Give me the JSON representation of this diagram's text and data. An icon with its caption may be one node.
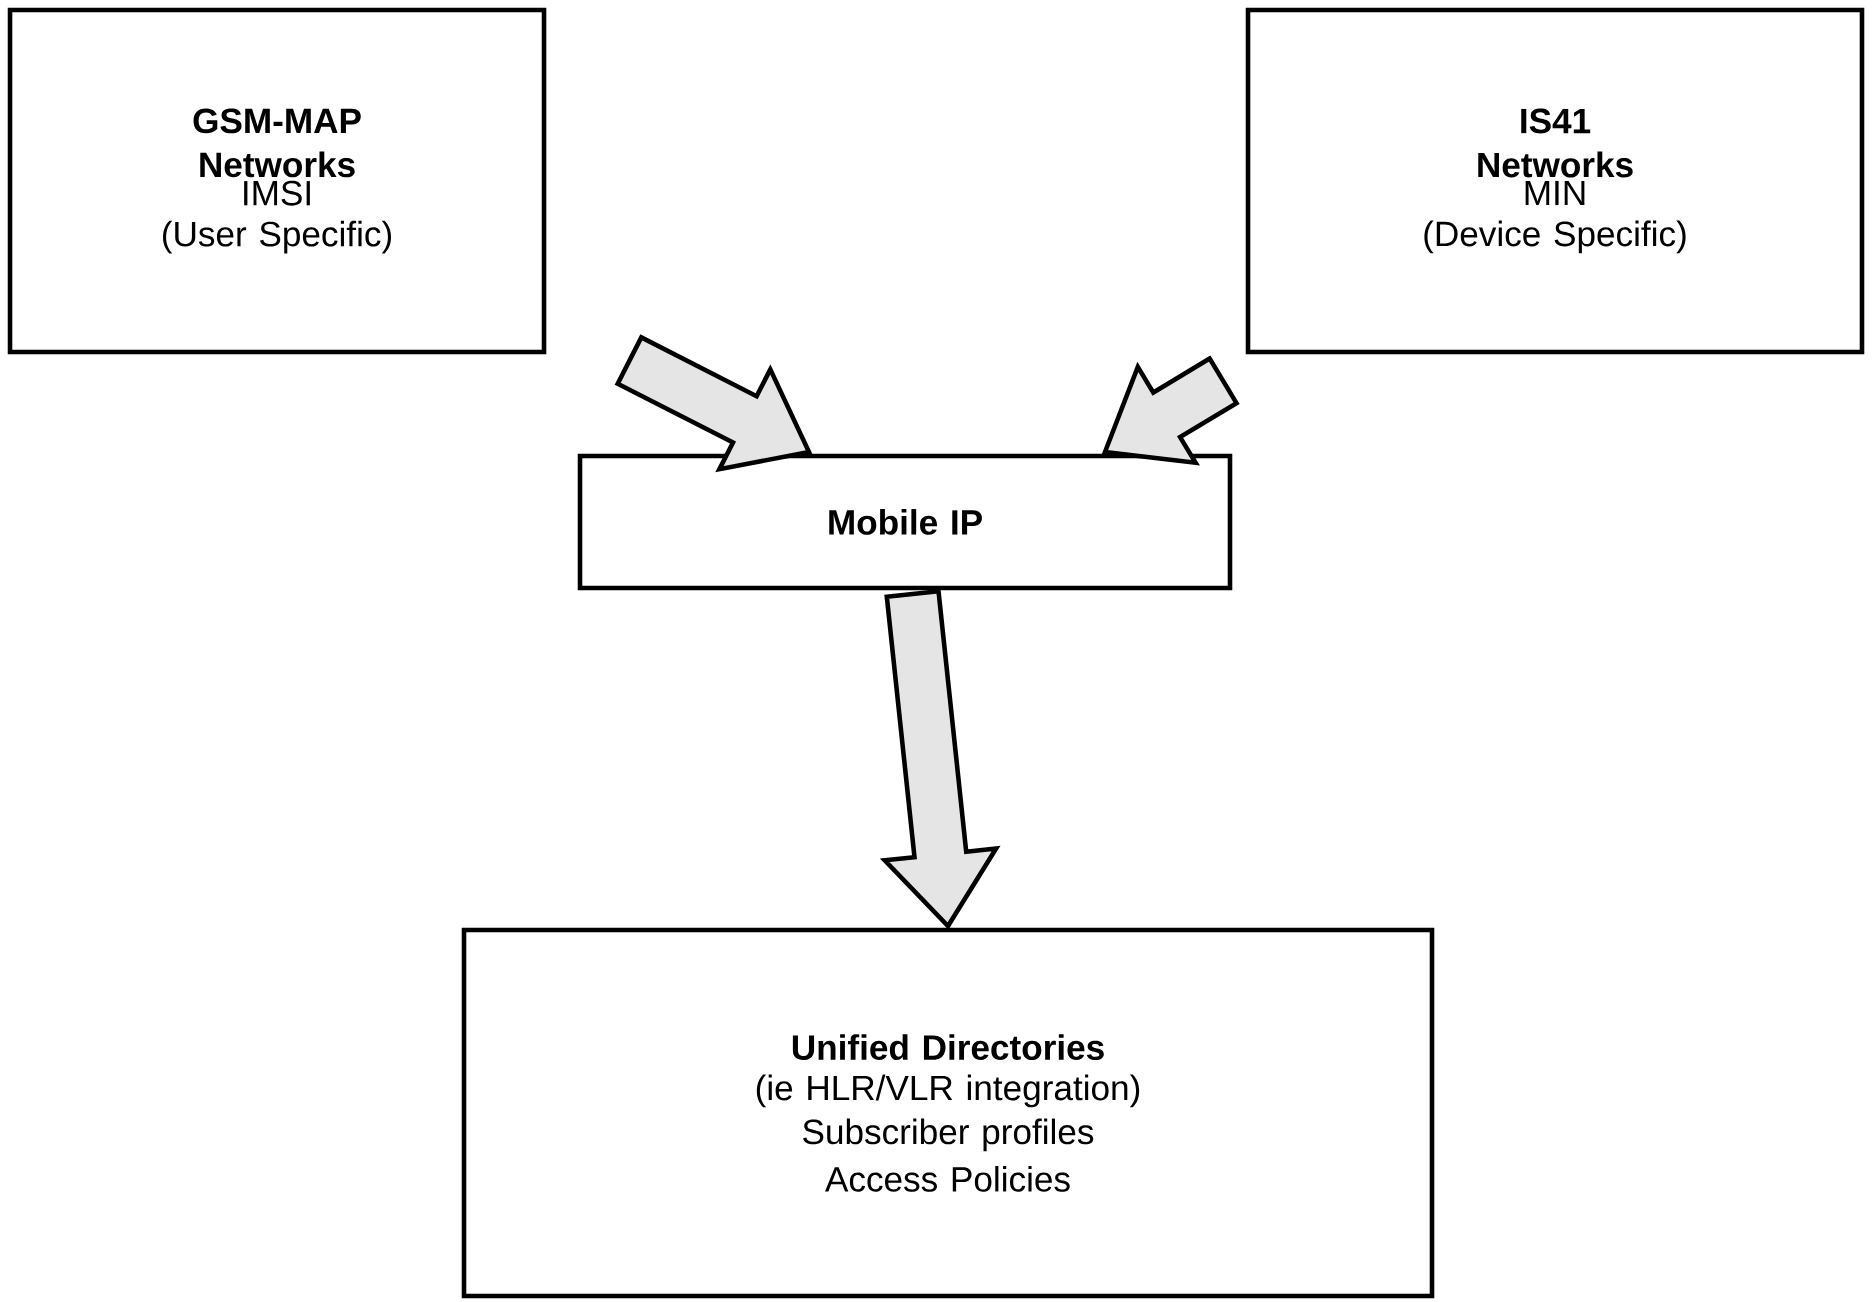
{
  "diagram": {
    "nodes": [
      {
        "text": [
          "GSM-MAP Networks",
          "IMSI",
          "(User Specific)"
        ]
      },
      {
        "text": [
          "IS41 Networks",
          "MIN",
          "(Device Specific)"
        ]
      },
      {
        "text": [
          "Mobile IP"
        ]
      },
      {
        "text": [
          "Unified Directories",
          "(ie HLR/VLR integration)",
          "Subscriber profiles",
          "Access Policies"
        ]
      }
    ],
    "edges": [
      {
        "from": 0,
        "to": 2,
        "arrow": "to"
      },
      {
        "from": 1,
        "to": 2,
        "arrow": "to"
      },
      {
        "from": 2,
        "to": 3,
        "arrow": "to"
      }
    ]
  }
}
